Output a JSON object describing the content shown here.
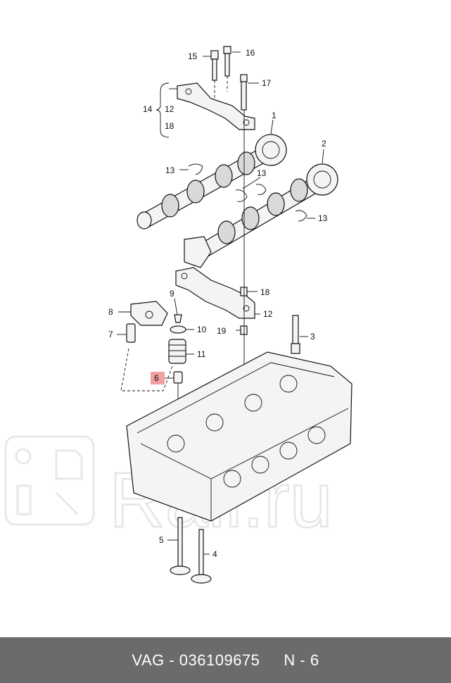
{
  "callouts": {
    "c1": "1",
    "c2": "2",
    "c3": "3",
    "c4": "4",
    "c5": "5",
    "c6": "6",
    "c7": "7",
    "c8": "8",
    "c9": "9",
    "c10": "10",
    "c11": "11",
    "c12a": "12",
    "c12b": "12",
    "c13a": "13",
    "c13b": "13",
    "c13c": "13",
    "c14": "14",
    "c15": "15",
    "c16": "16",
    "c17": "17",
    "c18a": "18",
    "c18b": "18",
    "c19": "19"
  },
  "highlight_color": "#f2a0a0",
  "watermark": {
    "text": "Rail.ru"
  },
  "footer": {
    "part_number": "VAG - 036109675",
    "position": "N - 6"
  }
}
